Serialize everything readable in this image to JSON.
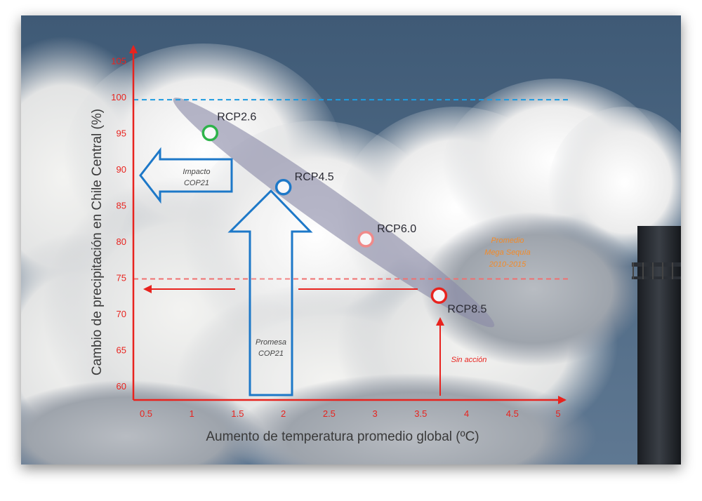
{
  "chart_data": {
    "type": "scatter",
    "title": "",
    "xlabel": "Aumento de temperatura promedio global (ºC)",
    "ylabel": "Cambio de precipitación en Chile Central (%)",
    "xlim": [
      0.5,
      5
    ],
    "ylim": [
      58,
      106
    ],
    "x_ticks": [
      "0.5",
      "1",
      "1.5",
      "2",
      "2.5",
      "3",
      "3.5",
      "4",
      "4.5",
      "5"
    ],
    "y_ticks": [
      "105",
      "100",
      "95",
      "90",
      "85",
      "80",
      "75",
      "70",
      "65",
      "60"
    ],
    "points": [
      {
        "label": "RCP2.6",
        "x": 1.2,
        "y": 95,
        "color": "#2db34a"
      },
      {
        "label": "RCP4.5",
        "x": 2.0,
        "y": 87.5,
        "color": "#1d78c8"
      },
      {
        "label": "RCP6.0",
        "x": 2.9,
        "y": 80.3,
        "color": "#f08a8a"
      },
      {
        "label": "RCP8.5",
        "x": 3.7,
        "y": 72.5,
        "color": "#e8231e"
      }
    ],
    "reference_lines": [
      {
        "y": 99.6,
        "color": "#1e9be0",
        "style": "dashed"
      },
      {
        "y": 74.8,
        "color": "#f07070",
        "style": "dashed"
      }
    ],
    "annotations": {
      "impacto": [
        "Impacto",
        "COP21"
      ],
      "promesa": [
        "Promesa",
        "COP21"
      ],
      "sin_accion": "Sin acción",
      "promedio": [
        "Promedio",
        "Mega Sequía",
        "2010-2015"
      ]
    },
    "colors": {
      "axis": "#e8231e",
      "band": "#8a8aa8",
      "arrow_blue": "#1d78c8"
    }
  }
}
